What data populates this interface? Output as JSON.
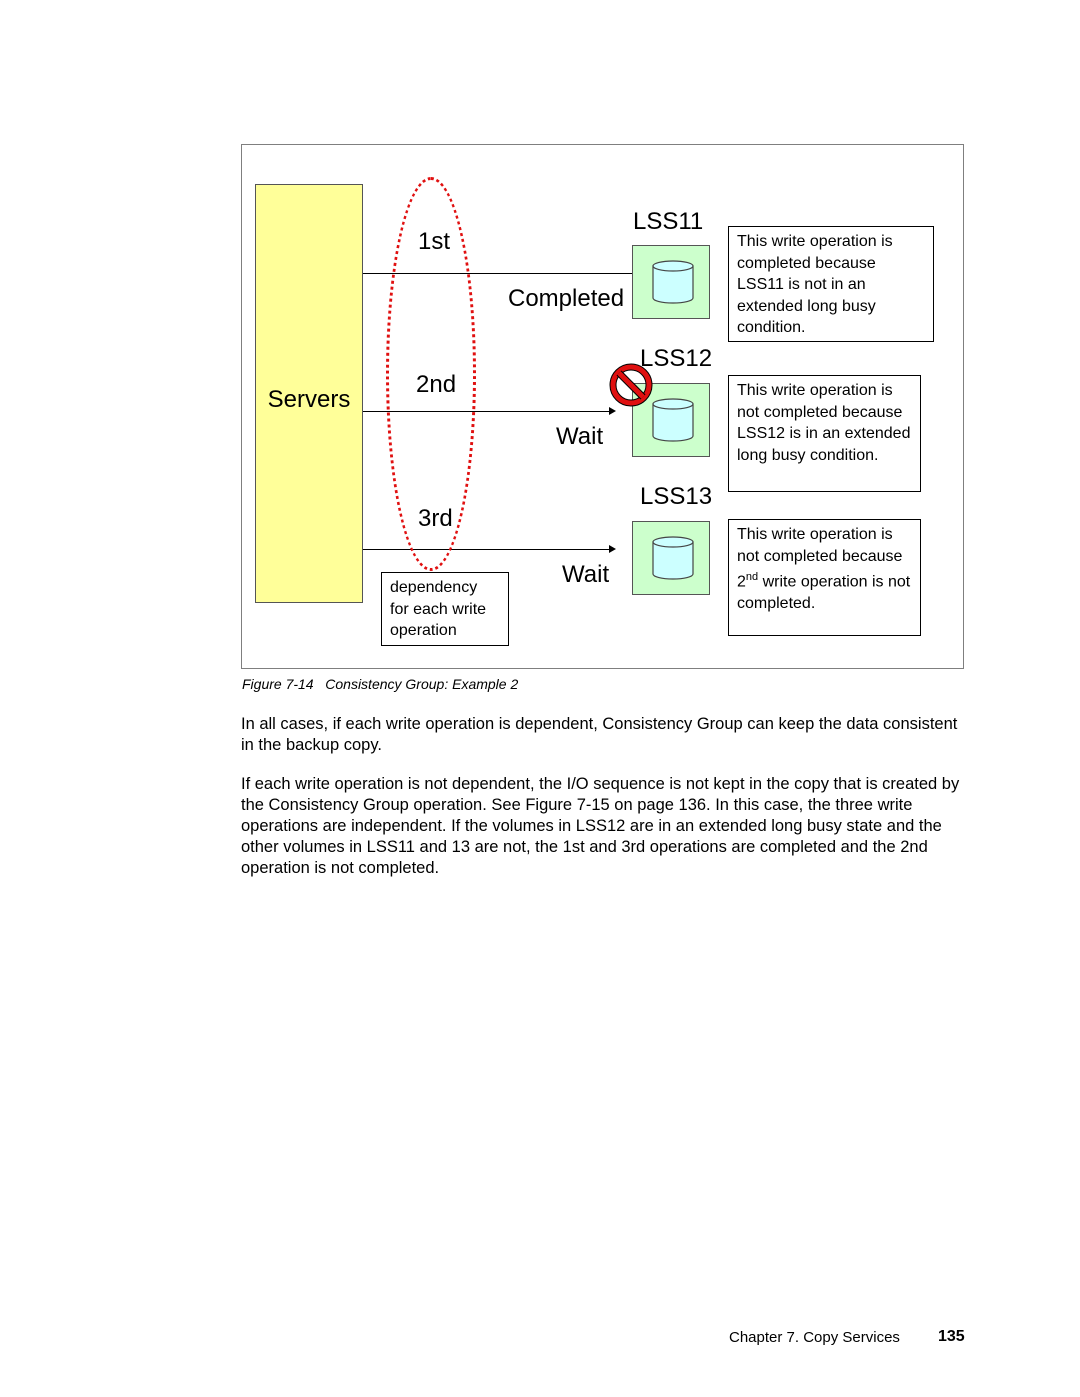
{
  "figure": {
    "servers_label": "Servers",
    "orders": [
      "1st",
      "2nd",
      "3rd"
    ],
    "lss": [
      {
        "name": "LSS11",
        "status": "Completed",
        "note": "This write operation is completed because LSS11 is not in an extended long busy condition."
      },
      {
        "name": "LSS12",
        "status": "Wait",
        "note": "This write operation is not completed because LSS12 is in an extended long busy condition."
      },
      {
        "name": "LSS13",
        "status": "Wait",
        "note_pre": "This write operation is not completed because 2",
        "note_sup": "nd",
        "note_post": " write operation is not completed."
      }
    ],
    "dependency_note": "dependency for each write operation"
  },
  "caption": {
    "label": "Figure 7-14",
    "title": "Consistency Group: Example 2"
  },
  "body": {
    "paragraph_1": "In all cases, if each write operation is dependent, Consistency Group can keep the data consistent in the backup copy.",
    "paragraph_2": "If each write operation is not dependent, the I/O sequence is not kept in the copy that is created by the Consistency Group operation. See Figure 7-15 on page 136. In this case, the three write operations are independent. If the volumes in LSS12 are in an extended long busy state and the other volumes in LSS11 and 13 are not, the 1st and 3rd operations are completed and the 2nd operation is not completed."
  },
  "footer": {
    "chapter": "Chapter 7. Copy Services",
    "page_number": "135"
  },
  "colors": {
    "servers_fill": "#ffff99",
    "lss_fill": "#ccffcc",
    "disk_fill": "#ccffff",
    "oval_stroke": "#e01010",
    "no_entry": "#e01010"
  }
}
